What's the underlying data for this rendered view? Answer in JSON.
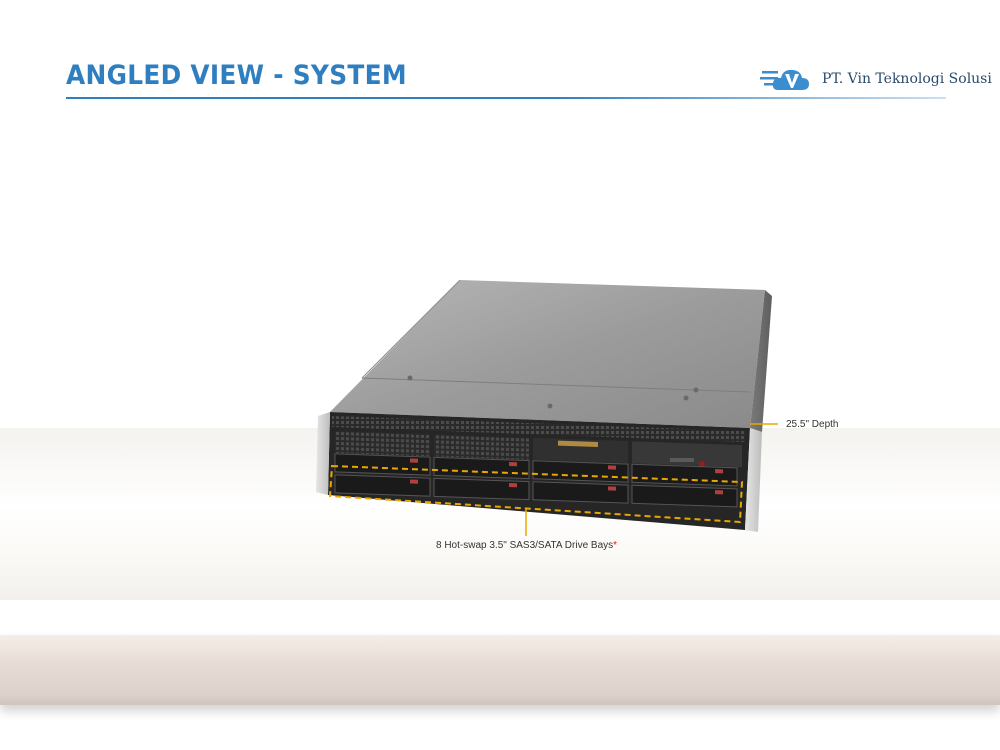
{
  "slide": {
    "title": "ANGLED VIEW - SYSTEM",
    "accent_color": "#2f7fc0"
  },
  "logo": {
    "text": "PT. Vin Teknologi Solusi",
    "icon": "cloud-v-icon",
    "color": "#3a8ed0"
  },
  "image": {
    "subject": "server-chassis-2u",
    "callouts": {
      "depth": "25.5\" Depth",
      "drive_bays": "8 Hot-swap 3.5\" SAS3/SATA Drive Bays",
      "drive_bays_mark": "*"
    },
    "callout_line_color": "#e8a800"
  }
}
